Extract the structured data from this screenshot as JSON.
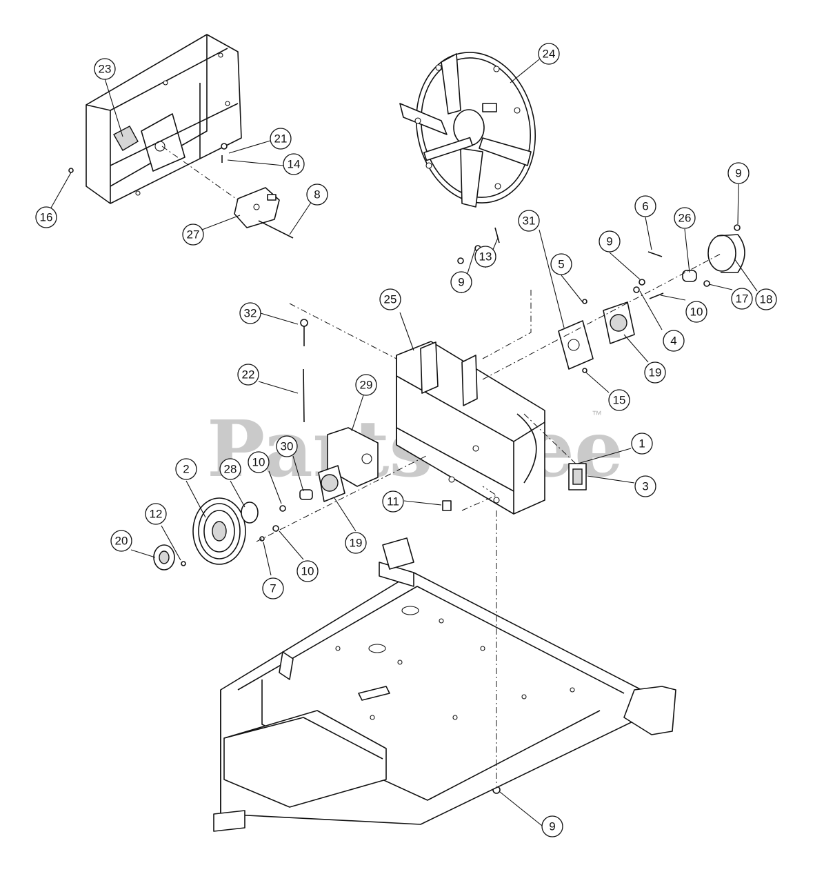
{
  "watermark": {
    "brand": "PartsTree",
    "trademark": "™"
  },
  "callouts": [
    {
      "label": "23"
    },
    {
      "label": "24"
    },
    {
      "label": "21"
    },
    {
      "label": "14"
    },
    {
      "label": "16"
    },
    {
      "label": "27"
    },
    {
      "label": "8"
    },
    {
      "label": "9"
    },
    {
      "label": "6"
    },
    {
      "label": "26"
    },
    {
      "label": "9"
    },
    {
      "label": "18"
    },
    {
      "label": "13"
    },
    {
      "label": "5"
    },
    {
      "label": "31"
    },
    {
      "label": "10"
    },
    {
      "label": "17"
    },
    {
      "label": "9"
    },
    {
      "label": "25"
    },
    {
      "label": "32"
    },
    {
      "label": "4"
    },
    {
      "label": "19"
    },
    {
      "label": "22"
    },
    {
      "label": "15"
    },
    {
      "label": "29"
    },
    {
      "label": "1"
    },
    {
      "label": "30"
    },
    {
      "label": "2"
    },
    {
      "label": "28"
    },
    {
      "label": "10"
    },
    {
      "label": "3"
    },
    {
      "label": "11"
    },
    {
      "label": "12"
    },
    {
      "label": "20"
    },
    {
      "label": "19"
    },
    {
      "label": "10"
    },
    {
      "label": "7"
    },
    {
      "label": "9"
    }
  ]
}
